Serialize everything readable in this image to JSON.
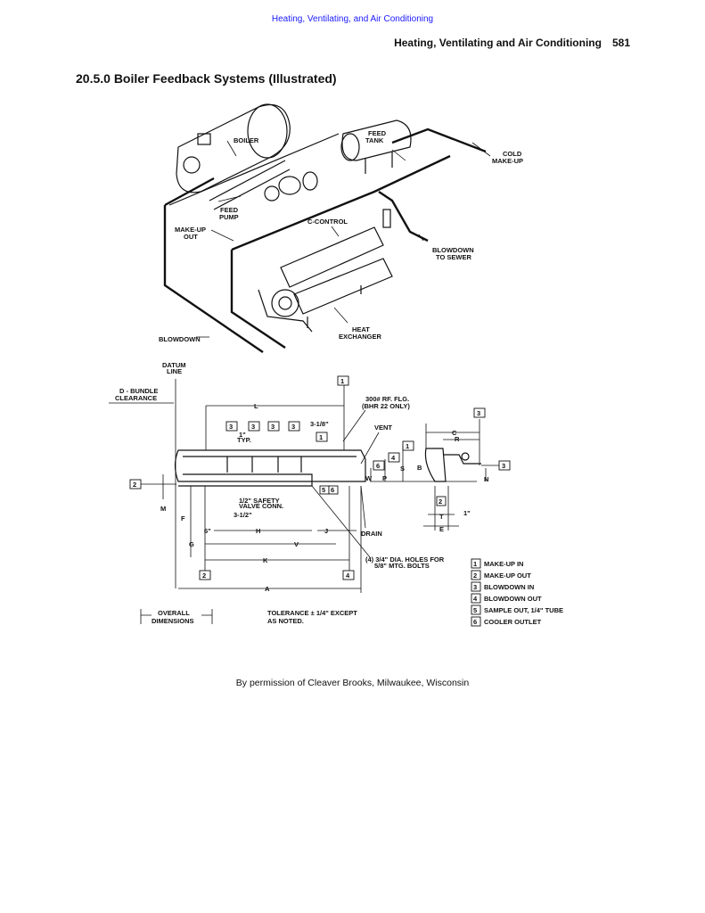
{
  "running_head": "Heating, Ventilating, and Air Conditioning",
  "header": {
    "title": "Heating, Ventilating and Air Conditioning",
    "page": "581"
  },
  "section_title": "20.5.0 Boiler Feedback Systems (Illustrated)",
  "illustration": {
    "boiler": "BOILER",
    "feed_tank": [
      "FEED",
      "TANK"
    ],
    "cold_makeup": [
      "COLD",
      "MAKE-UP"
    ],
    "feed_pump": [
      "FEED",
      "PUMP"
    ],
    "makeup_out": [
      "MAKE-UP",
      "OUT"
    ],
    "c_control": "C-CONTROL",
    "blowdown_to_sewer": [
      "BLOWDOWN",
      "TO SEWER"
    ],
    "blowdown": "BLOWDOWN",
    "heat_exchanger": [
      "HEAT",
      "EXCHANGER"
    ]
  },
  "drawing": {
    "datum_line": [
      "DATUM",
      "LINE"
    ],
    "bundle_clearance": [
      "D - BUNDLE",
      "CLEARANCE"
    ],
    "flange": [
      "300# RF. FLG.",
      "(BHR 22 ONLY)"
    ],
    "vent": "VENT",
    "drain": "DRAIN",
    "typ": [
      "1\"",
      "TYP."
    ],
    "safety_valve": [
      "1/2\" SAFETY",
      "VALVE CONN."
    ],
    "holes": [
      "(4) 3/4\" DIA. HOLES FOR",
      "5/8\" MTG. BOLTS"
    ],
    "overall": [
      "OVERALL",
      "DIMENSIONS"
    ],
    "tolerance": [
      "TOLERANCE ± 1/4\" EXCEPT",
      "AS NOTED."
    ],
    "dims": {
      "L": "L",
      "three_eighth": "3-1/8\"",
      "S": "S",
      "P": "P",
      "W": "W",
      "M": "M",
      "F": "F",
      "six": "6\"",
      "three_half": "3-1/2\"",
      "H": "H",
      "J": "J",
      "G": "G",
      "V": "V",
      "K": "K",
      "A": "A",
      "C": "C",
      "R": "R",
      "B": "B",
      "N": "N",
      "T": "T",
      "E": "E",
      "one": "1\""
    },
    "legend": [
      {
        "num": "1",
        "label": "MAKE-UP IN"
      },
      {
        "num": "2",
        "label": "MAKE-UP OUT"
      },
      {
        "num": "3",
        "label": "BLOWDOWN IN"
      },
      {
        "num": "4",
        "label": "BLOWDOWN OUT"
      },
      {
        "num": "5",
        "label": "SAMPLE OUT, 1/4\" TUBE"
      },
      {
        "num": "6",
        "label": "COOLER OUTLET"
      }
    ]
  },
  "caption": "By permission of Cleaver Brooks, Milwaukee, Wisconsin"
}
